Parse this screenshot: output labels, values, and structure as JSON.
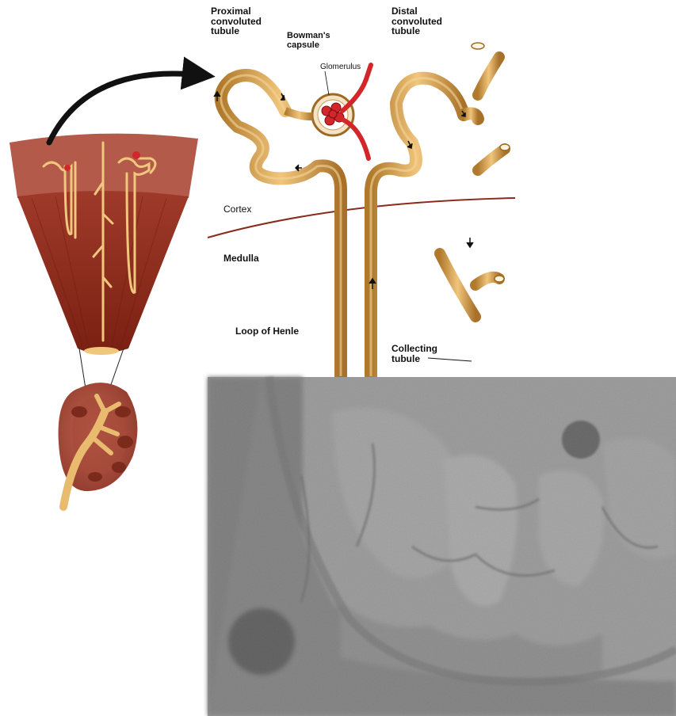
{
  "labels": {
    "proximal": "Proximal\nconvoluted\ntubule",
    "bowmans": "Bowman's\ncapsule",
    "glomerulus": "Glomerulus",
    "distal": "Distal\nconvoluted\ntubule",
    "cortex": "Cortex",
    "medulla": "Medulla",
    "loop": "Loop of Henle",
    "collecting": "Collecting\ntubule"
  },
  "colors": {
    "tubule": "#d9a24e",
    "tubule_dark": "#9c6a23",
    "tubule_light": "#f2cd8a",
    "glomerulus_red": "#d3262b",
    "cortex_tissue": "#b2574a",
    "medulla_tissue": "#8e2a1c",
    "boundary_line": "#8a2a1c",
    "arrow": "#111111",
    "micrograph_bg": "#9a9a9a"
  },
  "icons": {
    "pointer_arrow": "curved-arrow-icon",
    "flow_arrow": "flow-arrow-icon"
  }
}
